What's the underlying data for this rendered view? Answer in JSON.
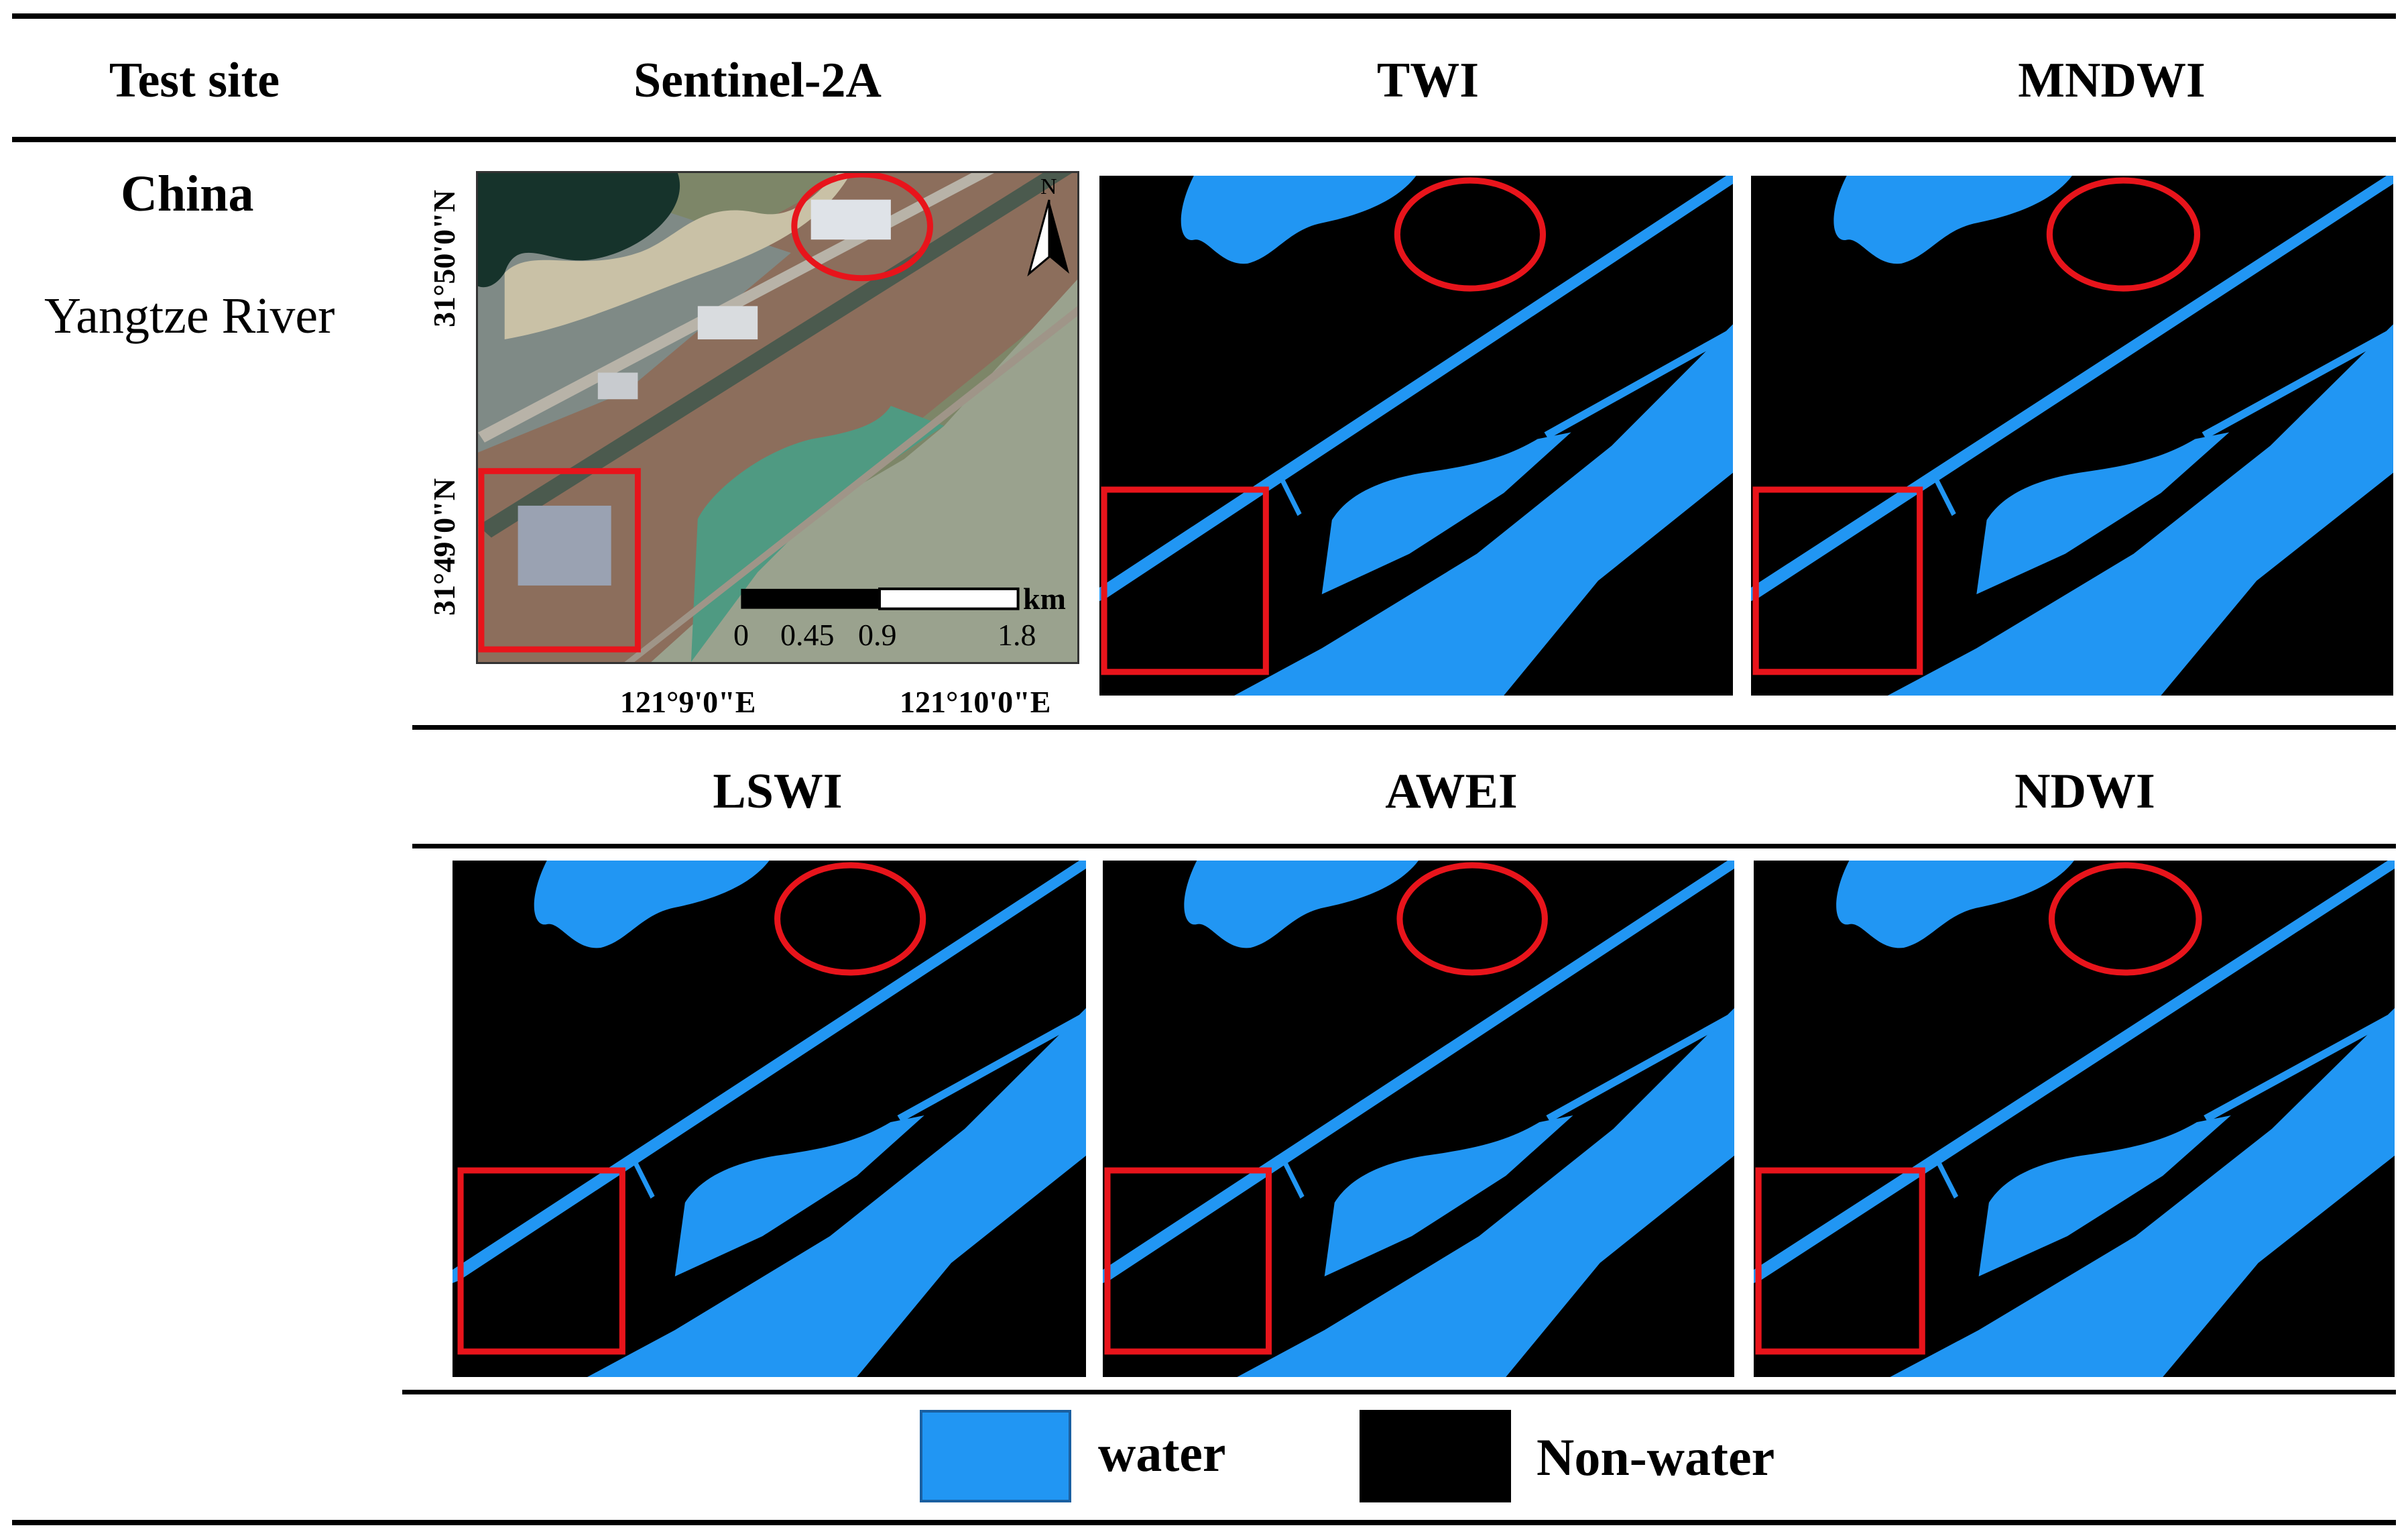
{
  "table": {
    "headers": {
      "test_site": "Test site",
      "sentinel": "Sentinel-2A",
      "twi": "TWI",
      "mndwi": "MNDWI",
      "lswi": "LSWI",
      "awei": "AWEI",
      "ndwi": "NDWI"
    },
    "site": {
      "country": "China",
      "name": "Yangtze River"
    }
  },
  "map": {
    "north_label": "N",
    "lat_top": "31°50'0\"N",
    "lat_bottom": "31°49'0\"N",
    "lon_left": "121°9'0\"E",
    "lon_right": "121°10'0\"E",
    "scale_unit": "km",
    "scale_ticks": [
      "0",
      "0.45",
      "0.9",
      "1.8"
    ]
  },
  "colors": {
    "water": "#2196f3",
    "non_water": "#000000",
    "highlight": "#e8141b"
  },
  "legend": {
    "water": "water",
    "non_water": "Non-water"
  }
}
